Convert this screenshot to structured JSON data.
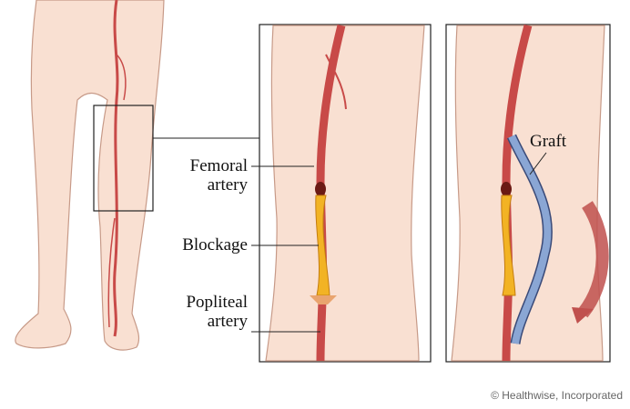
{
  "labels": {
    "femoral_line1": "Femoral",
    "femoral_line2": "artery",
    "blockage": "Blockage",
    "popliteal_line1": "Popliteal",
    "popliteal_line2": "artery",
    "graft": "Graft"
  },
  "copyright": "© Healthwise, Incorporated",
  "colors": {
    "skin": "#f9e0d2",
    "outline": "#c79a88",
    "artery": "#c84a48",
    "blockage": "#f2b324",
    "graft": "#8aa6d4",
    "arrow": "#c0504d"
  }
}
